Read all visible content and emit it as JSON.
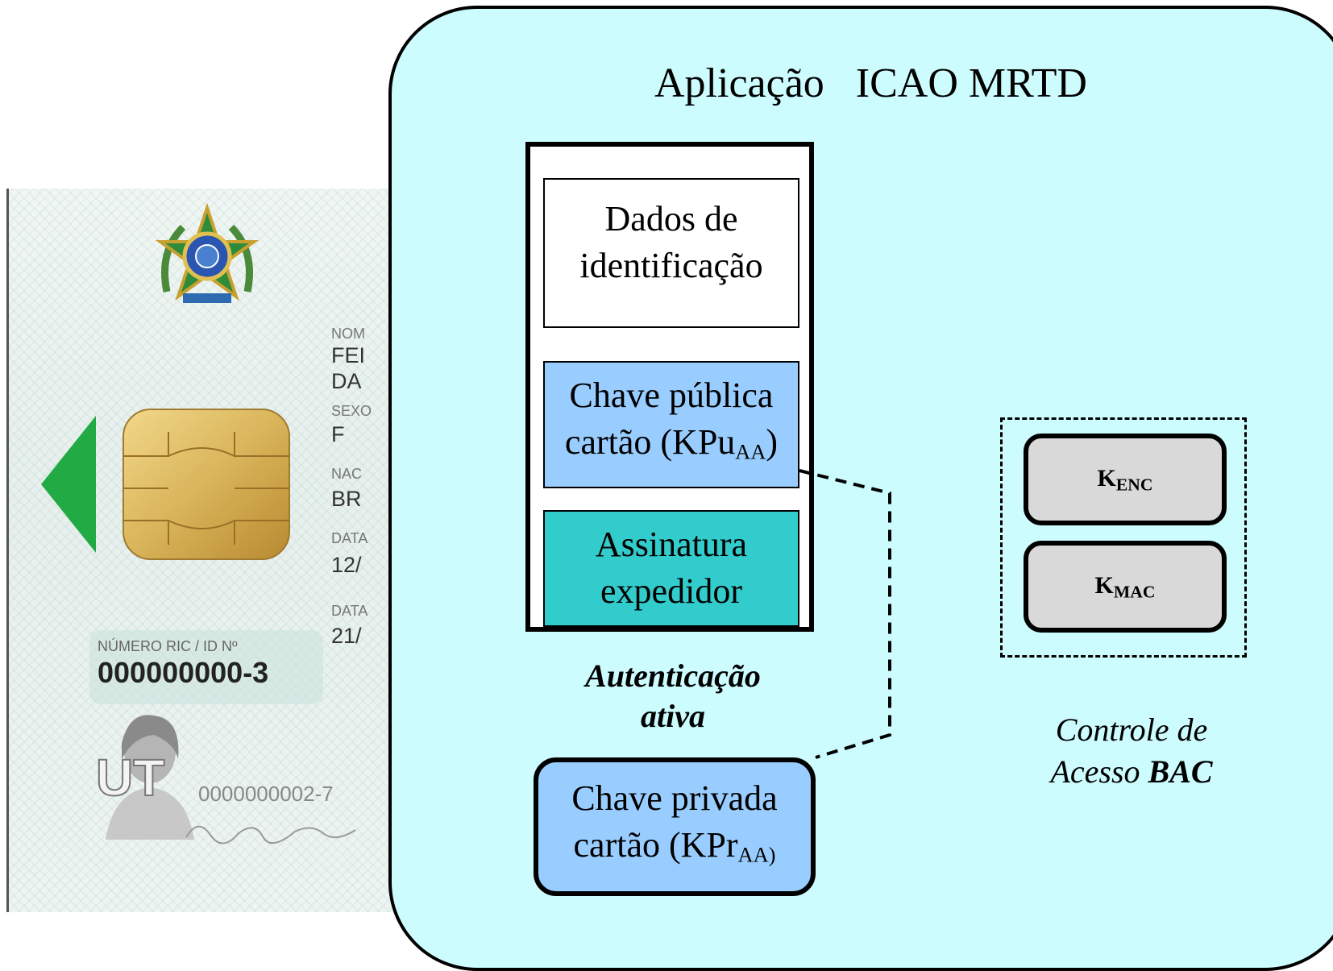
{
  "card": {
    "field_labels": [
      "NOM",
      "SEXO",
      "NAC",
      "DATA",
      "DATA"
    ],
    "field_values": [
      "FEI",
      "DA",
      "F",
      "BR",
      "12/",
      "21/"
    ],
    "ric_label": "NÚMERO RIC / ID Nº",
    "ric_number": "000000000-3",
    "ut_text": "UT",
    "ut_number": "0000000002-7"
  },
  "diagram": {
    "title": "Aplicação   ICAO MRTD",
    "dados": [
      "Dados de",
      "identificação"
    ],
    "pub_line1": "Chave pública",
    "pub_line2": "cartão (KPu",
    "pub_sub": "AA",
    "pub_close": ")",
    "assinatura": [
      "Assinatura",
      "expedidor"
    ],
    "priv_line1": "Chave privada",
    "priv_line2": "cartão (KPr",
    "priv_sub": "AA)",
    "auth": [
      "Autenticação",
      "ativa"
    ],
    "k_enc_main": "K",
    "k_enc_sub": "ENC",
    "k_mac_main": "K",
    "k_mac_sub": "MAC",
    "bac_line1": "Controle de",
    "bac_line2": "Acesso ",
    "bac_bold": "BAC"
  },
  "colors": {
    "app_bg": "#ccfcfe",
    "pub_key": "#99ccff",
    "signature": "#33cccc",
    "session_key": "#d9d9d9",
    "chip_gold": "#d9b45a",
    "arrow_green": "#22aa44"
  }
}
